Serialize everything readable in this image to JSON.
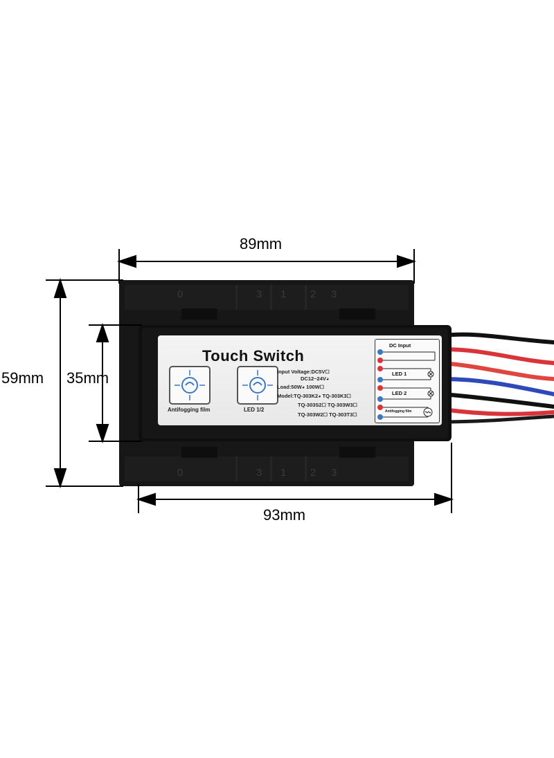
{
  "dimensions": {
    "top_width": "89mm",
    "bottom_width": "93mm",
    "outer_height": "59mm",
    "inner_height": "35mm"
  },
  "label": {
    "title": "Touch Switch",
    "pad_left_caption": "Antifogging film",
    "pad_right_caption": "LED 1/2",
    "input_voltage_line1": "Input Voltage:DC5V",
    "input_voltage_line2": "DC12~24V",
    "load_line": "Load:50W",
    "load_option_2": "100W",
    "model_label": "Model:",
    "models": [
      "TQ-303K2",
      "TQ-303K3",
      "TQ-303S2",
      "TQ-303W3",
      "TQ-303W2",
      "TQ-303T3"
    ],
    "checkbox_glyph": "☐",
    "checked_glyph": "◕"
  },
  "wiring": {
    "header": "DC Input",
    "led1": "LED 1",
    "led2": "LED 2",
    "fog": "Antifogging film",
    "plus": "+",
    "minus": "−"
  },
  "ruler": {
    "top_marks": [
      "0",
      "3",
      "1",
      "2",
      "3"
    ],
    "bottom_marks": [
      "0",
      "3",
      "1",
      "2",
      "3"
    ]
  },
  "icons": {
    "pad_icon": "finger-touch-icon",
    "lamp_icon": "lamp-icon",
    "heater_icon": "heater-icon"
  },
  "colors": {
    "housing": "#141414",
    "wire_red": "#d8343a",
    "wire_blue": "#2f49b8",
    "wire_black": "#111111",
    "pad_blue": "#3b78c4"
  }
}
